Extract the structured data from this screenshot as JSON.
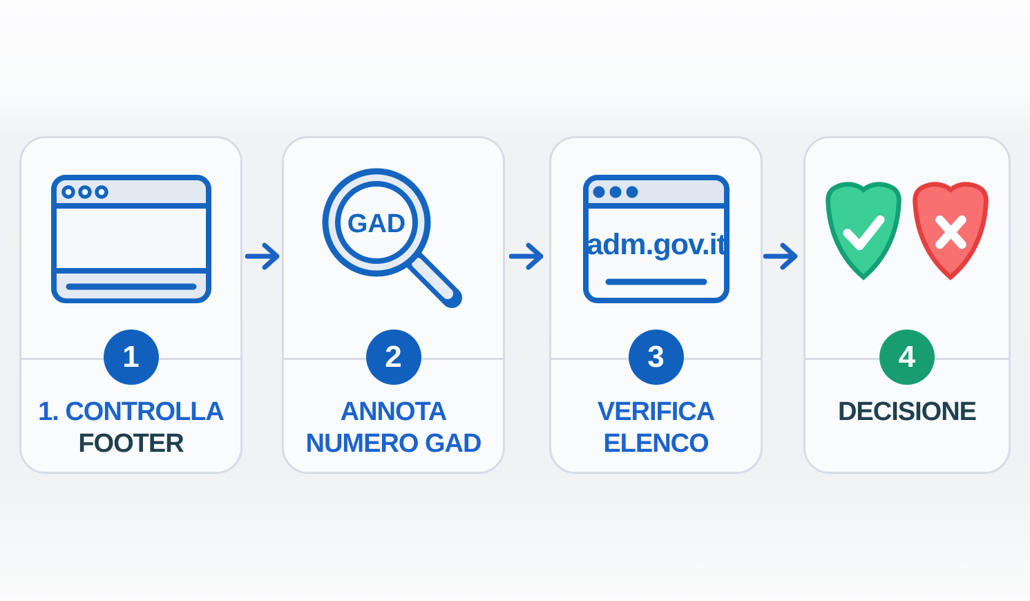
{
  "diagram": {
    "language": "it",
    "steps": [
      {
        "number": "1",
        "title_line1": "1. CONTROLLA",
        "title_line2": "FOOTER",
        "icon": "browser-window-with-footer"
      },
      {
        "number": "2",
        "title_line1": "ANNOTA",
        "title_line2": "NUMERO GAD",
        "icon": "magnifying-glass",
        "icon_label": "GAD"
      },
      {
        "number": "3",
        "title_line1": "VERIFICA",
        "title_line2": "ELENCO",
        "icon": "browser-window-with-url",
        "icon_label": "adm.gov.it"
      },
      {
        "number": "4",
        "title_line1": "DECISIONE",
        "icon": "shields-check-and-cross"
      }
    ],
    "colors": {
      "primary_blue": "#1565c0",
      "title_blue": "#1c63cd",
      "title_dark": "#21404e",
      "badge_blue": "#1160be",
      "badge_green": "#189d71",
      "shield_green_fill": "#3bce97",
      "shield_green_border": "#12a173",
      "shield_red_fill": "#f97070",
      "shield_red_border": "#e53e3e",
      "icon_light_fill": "#e2e9f3",
      "card_border": "#d8dce3"
    }
  }
}
